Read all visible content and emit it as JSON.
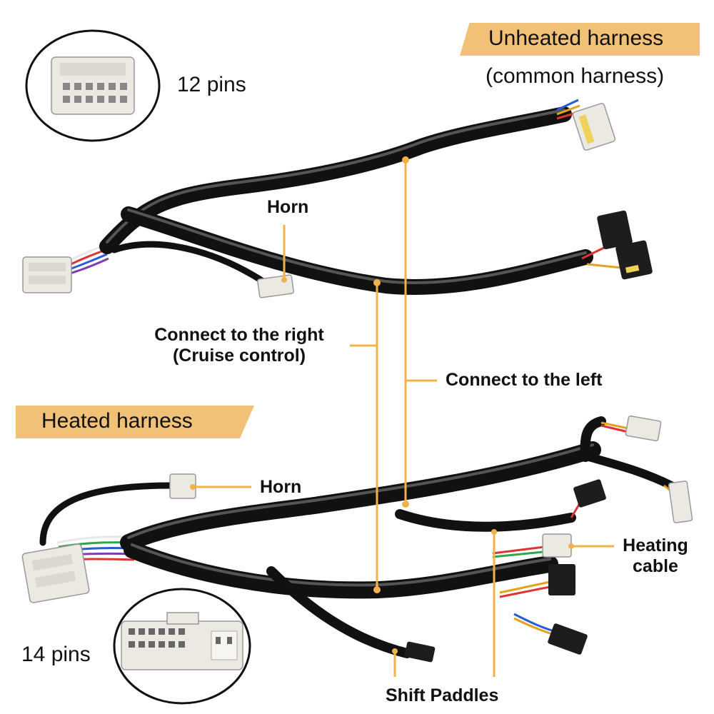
{
  "top": {
    "banner_title": "Unheated harness",
    "banner_subtitle": "(common harness)",
    "pins_label": "12 pins",
    "horn_label": "Horn",
    "connect_right_line1": "Connect to the right",
    "connect_right_line2": "(Cruise control)",
    "connect_left_label": "Connect to the left"
  },
  "bottom": {
    "banner_title": "Heated harness",
    "horn_label": "Horn",
    "heating_line1": "Heating",
    "heating_line2": "cable",
    "pins_label": "14 pins",
    "shift_label": "Shift Paddles"
  },
  "colors": {
    "banner": "#f2c178",
    "callout_line": "#f2b24a",
    "cable": "#1b1b1b",
    "connector": "#ece9e2"
  }
}
